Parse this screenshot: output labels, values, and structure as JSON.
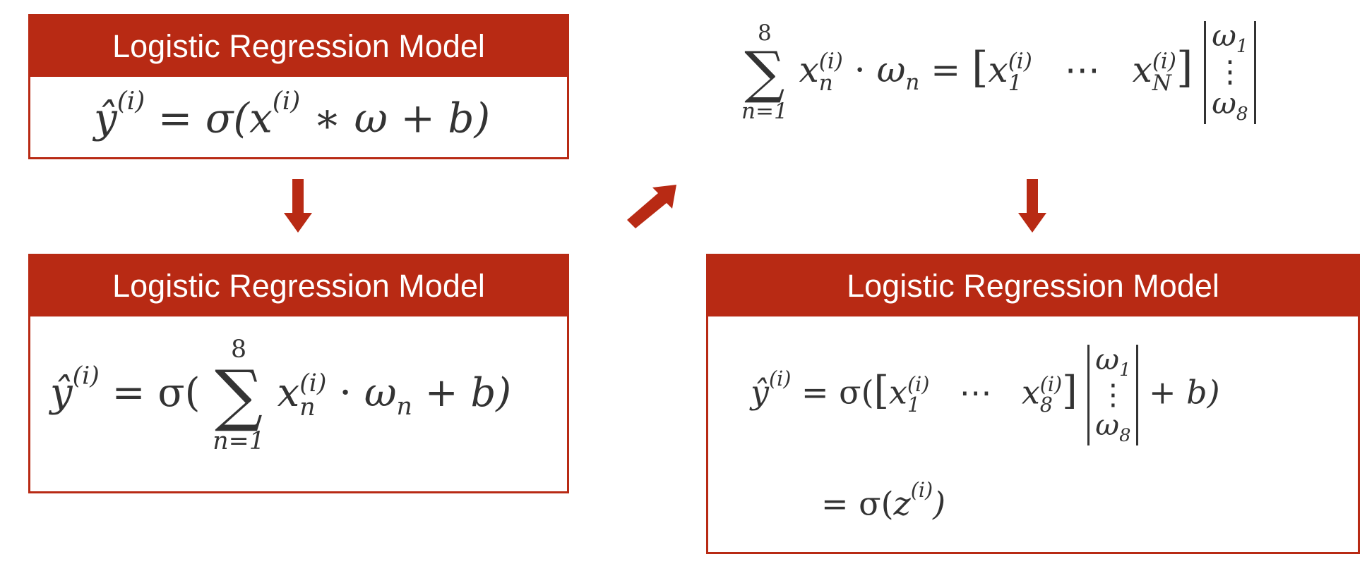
{
  "colors": {
    "accent": "#b82a14",
    "text": "#333333"
  },
  "boxes": {
    "top_left": {
      "header": "Logistic Regression Model",
      "eq": {
        "yhat": "ŷ",
        "sup": "(i)",
        "eq": "=",
        "sigma": "σ(",
        "x": "x",
        "xsup": "(i)",
        "rest": "∗ ω + b)"
      }
    },
    "bottom_left": {
      "header": "Logistic Regression Model",
      "eq": {
        "yhat": "ŷ",
        "sup": "(i)",
        "eq": "= σ(",
        "sum_upper": "8",
        "sum_lower": "n=1",
        "x": "x",
        "xsup": "(i)",
        "xsub": "n",
        "dot": "·",
        "w": "ω",
        "wsub": "n",
        "rest": "+ b)"
      }
    },
    "bottom_right": {
      "header": "Logistic Regression Model",
      "line1": {
        "yhat": "ŷ",
        "sup": "(i)",
        "eq": "= σ(",
        "x": "x",
        "xsup": "(i)",
        "xsub1": "1",
        "dots": "⋯",
        "xsub8": "8",
        "w1": "ω",
        "w1sub": "1",
        "vdots": "⋮",
        "w8": "ω",
        "w8sub": "8",
        "rest": "+ b)"
      },
      "line2": {
        "eq": "= σ(",
        "z": "z",
        "zsup": "(i)",
        "close": ")"
      }
    }
  },
  "top_right": {
    "sum_upper": "8",
    "sum_lower": "n=1",
    "x": "x",
    "xsup": "(i)",
    "xsub": "n",
    "dot": "·",
    "w": "ω",
    "wsub": "n",
    "eq": "=",
    "row_x": "x",
    "row_sup": "(i)",
    "row_sub1": "1",
    "row_dots": "⋯",
    "row_subN": "N",
    "col_w": "ω",
    "col_sub1": "1",
    "col_vdots": "⋮",
    "col_sub8": "8"
  },
  "icons": [
    "arrow-down-icon",
    "arrow-up-right-icon"
  ]
}
